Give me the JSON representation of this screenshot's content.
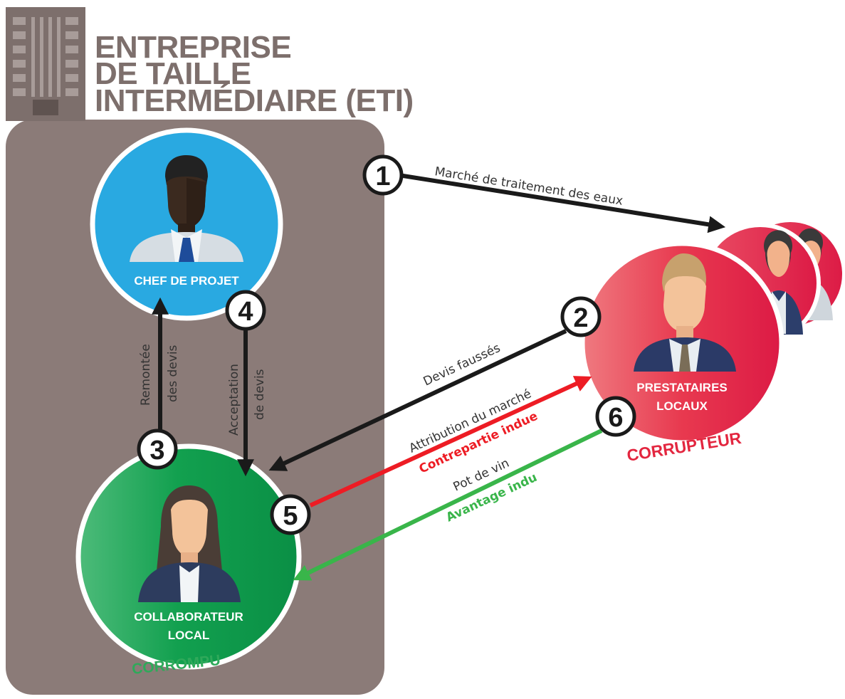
{
  "header": {
    "title_line1": "ENTREPRISE",
    "title_line2": "DE TAILLE",
    "title_line3": "INTERMÉDIAIRE (ETI)",
    "building_icon": "office-building-icon"
  },
  "actors": {
    "chef": {
      "label": "CHEF DE PROJET",
      "icon": "man-avatar-icon"
    },
    "collaborateur": {
      "label_line1": "COLLABORATEUR",
      "label_line2": "LOCAL",
      "role": "CORROMPU",
      "icon": "woman-avatar-icon"
    },
    "prestataires": {
      "label_line1": "PRESTATAIRES",
      "label_line2": "LOCAUX",
      "role": "CORRUPTEUR",
      "icon": "man-avatar-icon"
    }
  },
  "steps": {
    "s1": {
      "number": "1",
      "text": "Marché de traitement des eaux"
    },
    "s2": {
      "number": "2",
      "text": "Devis faussés"
    },
    "s3": {
      "number": "3",
      "text_line1": "Remontée",
      "text_line2": "des devis"
    },
    "s4": {
      "number": "4",
      "text_line1": "Acceptation",
      "text_line2": "de devis"
    },
    "s5": {
      "number": "5",
      "text": "Attribution du marché",
      "text_red": "Contrepartie indue"
    },
    "s6": {
      "number": "6",
      "text": "Pot de vin",
      "text_green": "Avantage indu"
    }
  },
  "colors": {
    "eti_box": "#8b7b78",
    "title": "#7d6f6c",
    "chef_circle": "#29a9e1",
    "collab_circle": "#109c4c",
    "presta_circle": "#e3263f",
    "arrow_black": "#1a1a1a",
    "arrow_red": "#ed1c24",
    "arrow_green": "#39b54a"
  }
}
